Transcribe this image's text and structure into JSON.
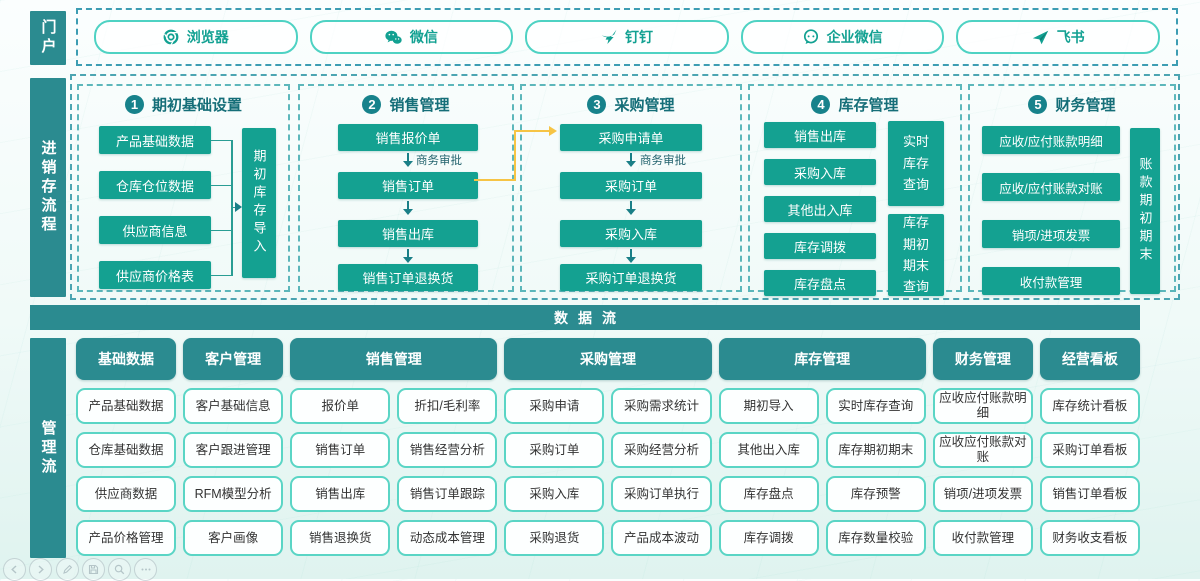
{
  "portal": {
    "label": "门户",
    "items": [
      {
        "label": "浏览器",
        "icon": "chrome-icon"
      },
      {
        "label": "微信",
        "icon": "wechat-icon"
      },
      {
        "label": "钉钉",
        "icon": "dingtalk-icon"
      },
      {
        "label": "企业微信",
        "icon": "wecom-icon"
      },
      {
        "label": "飞书",
        "icon": "feishu-icon"
      }
    ]
  },
  "process": {
    "label": "进销存流程",
    "columns": [
      {
        "num": "1",
        "title": "期初基础设置",
        "boxes": [
          "产品基础数据",
          "仓库仓位数据",
          "供应商信息",
          "供应商价格表"
        ],
        "side": "期初库存导入"
      },
      {
        "num": "2",
        "title": "销售管理",
        "flow": [
          "销售报价单",
          "销售订单",
          "销售出库",
          "销售订单退换货"
        ],
        "approval_label": "商务审批"
      },
      {
        "num": "3",
        "title": "采购管理",
        "flow": [
          "采购申请单",
          "采购订单",
          "采购入库",
          "采购订单退换货"
        ],
        "approval_label": "商务审批"
      },
      {
        "num": "4",
        "title": "库存管理",
        "boxes": [
          "销售出库",
          "采购入库",
          "其他出入库",
          "库存调拨",
          "库存盘点"
        ],
        "sides": [
          "实时库存查询",
          "库存期初期末查询"
        ]
      },
      {
        "num": "5",
        "title": "财务管理",
        "boxes": [
          "应收/应付账款明细",
          "应收/应付账款对账",
          "销项/进项发票",
          "收付款管理"
        ],
        "side": "账款期初期末"
      }
    ]
  },
  "data_flow": {
    "label": "数据流"
  },
  "management": {
    "label": "管理流",
    "groups": [
      {
        "title": "基础数据",
        "cols": [
          [
            "产品基础数据",
            "仓库基础数据",
            "供应商数据",
            "产品价格管理"
          ]
        ]
      },
      {
        "title": "客户管理",
        "cols": [
          [
            "客户基础信息",
            "客户跟进管理",
            "RFM模型分析",
            "客户画像"
          ]
        ]
      },
      {
        "title": "销售管理",
        "cols": [
          [
            "报价单",
            "销售订单",
            "销售出库",
            "销售退换货"
          ],
          [
            "折扣/毛利率",
            "销售经营分析",
            "销售订单跟踪",
            "动态成本管理"
          ]
        ]
      },
      {
        "title": "采购管理",
        "cols": [
          [
            "采购申请",
            "采购订单",
            "采购入库",
            "采购退货"
          ],
          [
            "采购需求统计",
            "采购经营分析",
            "采购订单执行",
            "产品成本波动"
          ]
        ]
      },
      {
        "title": "库存管理",
        "cols": [
          [
            "期初导入",
            "其他出入库",
            "库存盘点",
            "库存调拨"
          ],
          [
            "实时库存查询",
            "库存期初期末",
            "库存预警",
            "库存数量校验"
          ]
        ]
      },
      {
        "title": "财务管理",
        "cols": [
          [
            "应收应付账款明细",
            "应收应付账款对账",
            "销项/进项发票",
            "收付款管理"
          ]
        ]
      },
      {
        "title": "经营看板",
        "cols": [
          [
            "库存统计看板",
            "采购订单看板",
            "销售订单看板",
            "财务收支看板"
          ]
        ]
      }
    ]
  },
  "toolbar": {
    "icons": [
      "previous",
      "next",
      "edit",
      "save",
      "search",
      "more"
    ]
  },
  "colors": {
    "teal_dark": "#2b8b90",
    "teal_bright": "#14a191",
    "title_teal": "#156e78",
    "connector_yellow": "#f6c445",
    "dashed_border": "#35a4ae",
    "card_border": "#5ad5c5"
  }
}
